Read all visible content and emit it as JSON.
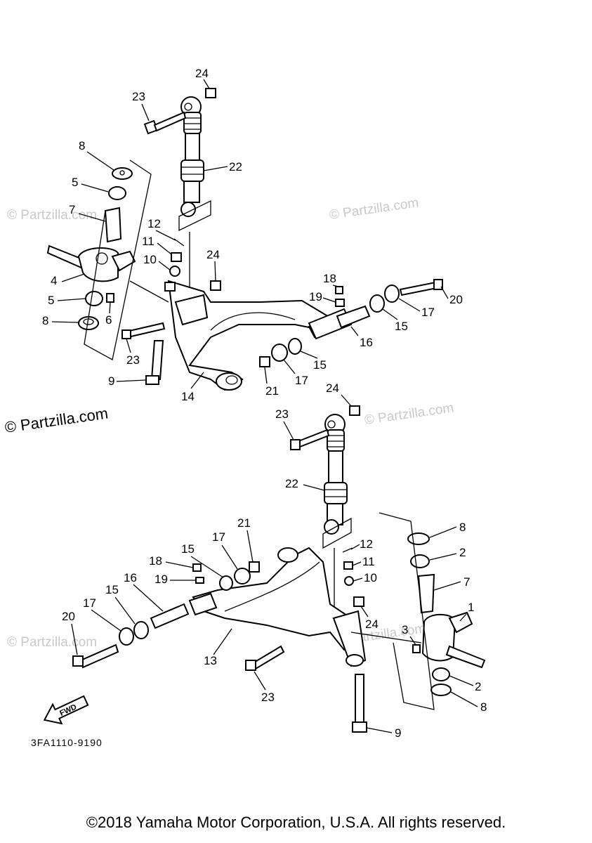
{
  "diagram": {
    "code": "3FA1110-9190",
    "fwd_label": "FWD",
    "watermarks": {
      "small": "© Partzilla.com",
      "large": "© Partzilla.com"
    },
    "callouts": {
      "upper": [
        "24",
        "23",
        "22",
        "8",
        "5",
        "7",
        "12",
        "11",
        "10",
        "24",
        "4",
        "5",
        "6",
        "8",
        "23",
        "9",
        "14",
        "18",
        "19",
        "20",
        "17",
        "15",
        "16",
        "15",
        "17",
        "21"
      ],
      "lower": [
        "24",
        "23",
        "22",
        "8",
        "2",
        "7",
        "1",
        "3",
        "2",
        "8",
        "9",
        "12",
        "11",
        "10",
        "24",
        "17",
        "21",
        "15",
        "18",
        "19",
        "16",
        "17",
        "15",
        "20",
        "13",
        "23"
      ]
    }
  },
  "footer": {
    "copyright": "©2018 Yamaha Motor Corporation, U.S.A. All rights reserved."
  }
}
